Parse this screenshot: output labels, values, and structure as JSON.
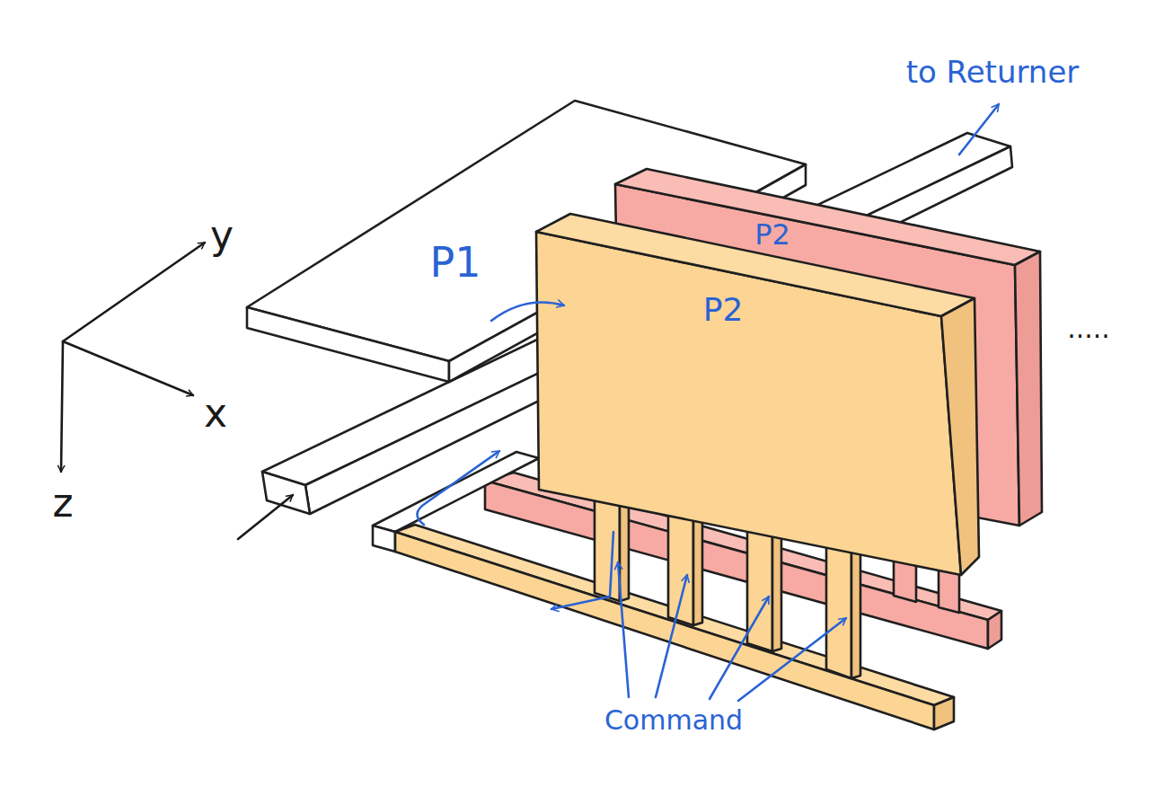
{
  "diagram": {
    "nodes": [
      {
        "text": [
          "P2"
        ]
      },
      {
        "text": [
          "P2"
        ]
      }
    ],
    "labels": [
      "to Returner",
      "P1",
      "y",
      "x",
      "z",
      "Command",
      "....."
    ]
  }
}
